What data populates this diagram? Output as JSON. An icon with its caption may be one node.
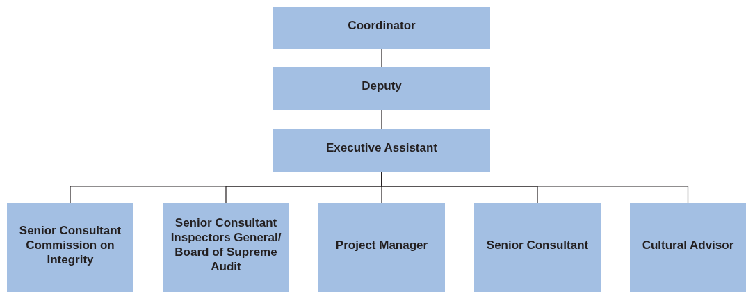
{
  "diagram": {
    "nodes": [
      {
        "text": [
          "Coordinator"
        ]
      },
      {
        "text": [
          "Deputy"
        ]
      },
      {
        "text": [
          "Executive Assistant"
        ]
      },
      {
        "text": [
          "Senior Consultant Commission on Integrity"
        ]
      },
      {
        "text": [
          "Senior Consultant Inspectors General/ Board of Supreme Audit"
        ]
      },
      {
        "text": [
          "Project Manager"
        ]
      },
      {
        "text": [
          "Senior Consultant"
        ]
      },
      {
        "text": [
          "Cultural Advisor"
        ]
      }
    ],
    "edges": [
      {
        "from": 0,
        "to": 1,
        "arrow": "none"
      },
      {
        "from": 1,
        "to": 2,
        "arrow": "none"
      },
      {
        "from": 2,
        "to": 3,
        "arrow": "none"
      },
      {
        "from": 2,
        "to": 4,
        "arrow": "none"
      },
      {
        "from": 2,
        "to": 5,
        "arrow": "none"
      },
      {
        "from": 2,
        "to": 6,
        "arrow": "none"
      },
      {
        "from": 2,
        "to": 7,
        "arrow": "none"
      }
    ]
  }
}
